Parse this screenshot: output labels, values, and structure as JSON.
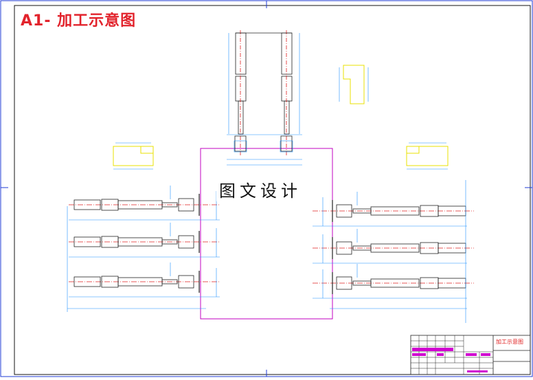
{
  "drawing": {
    "title": "A1- 加工示意图",
    "watermark": "图文设计",
    "title_block": {
      "name": "加工示意图"
    }
  },
  "colors": {
    "background": "#ffffff",
    "frame": "#1f3bd6",
    "part": "#ffffff",
    "tool": "#ffffff",
    "dimension": "#1e90ff",
    "centerline": "#e02020",
    "workpiece_outline": "#c000c0",
    "yellow_part": "#e8e000",
    "title_red": "#e2232c",
    "title_block_magenta": "#d000d0"
  }
}
